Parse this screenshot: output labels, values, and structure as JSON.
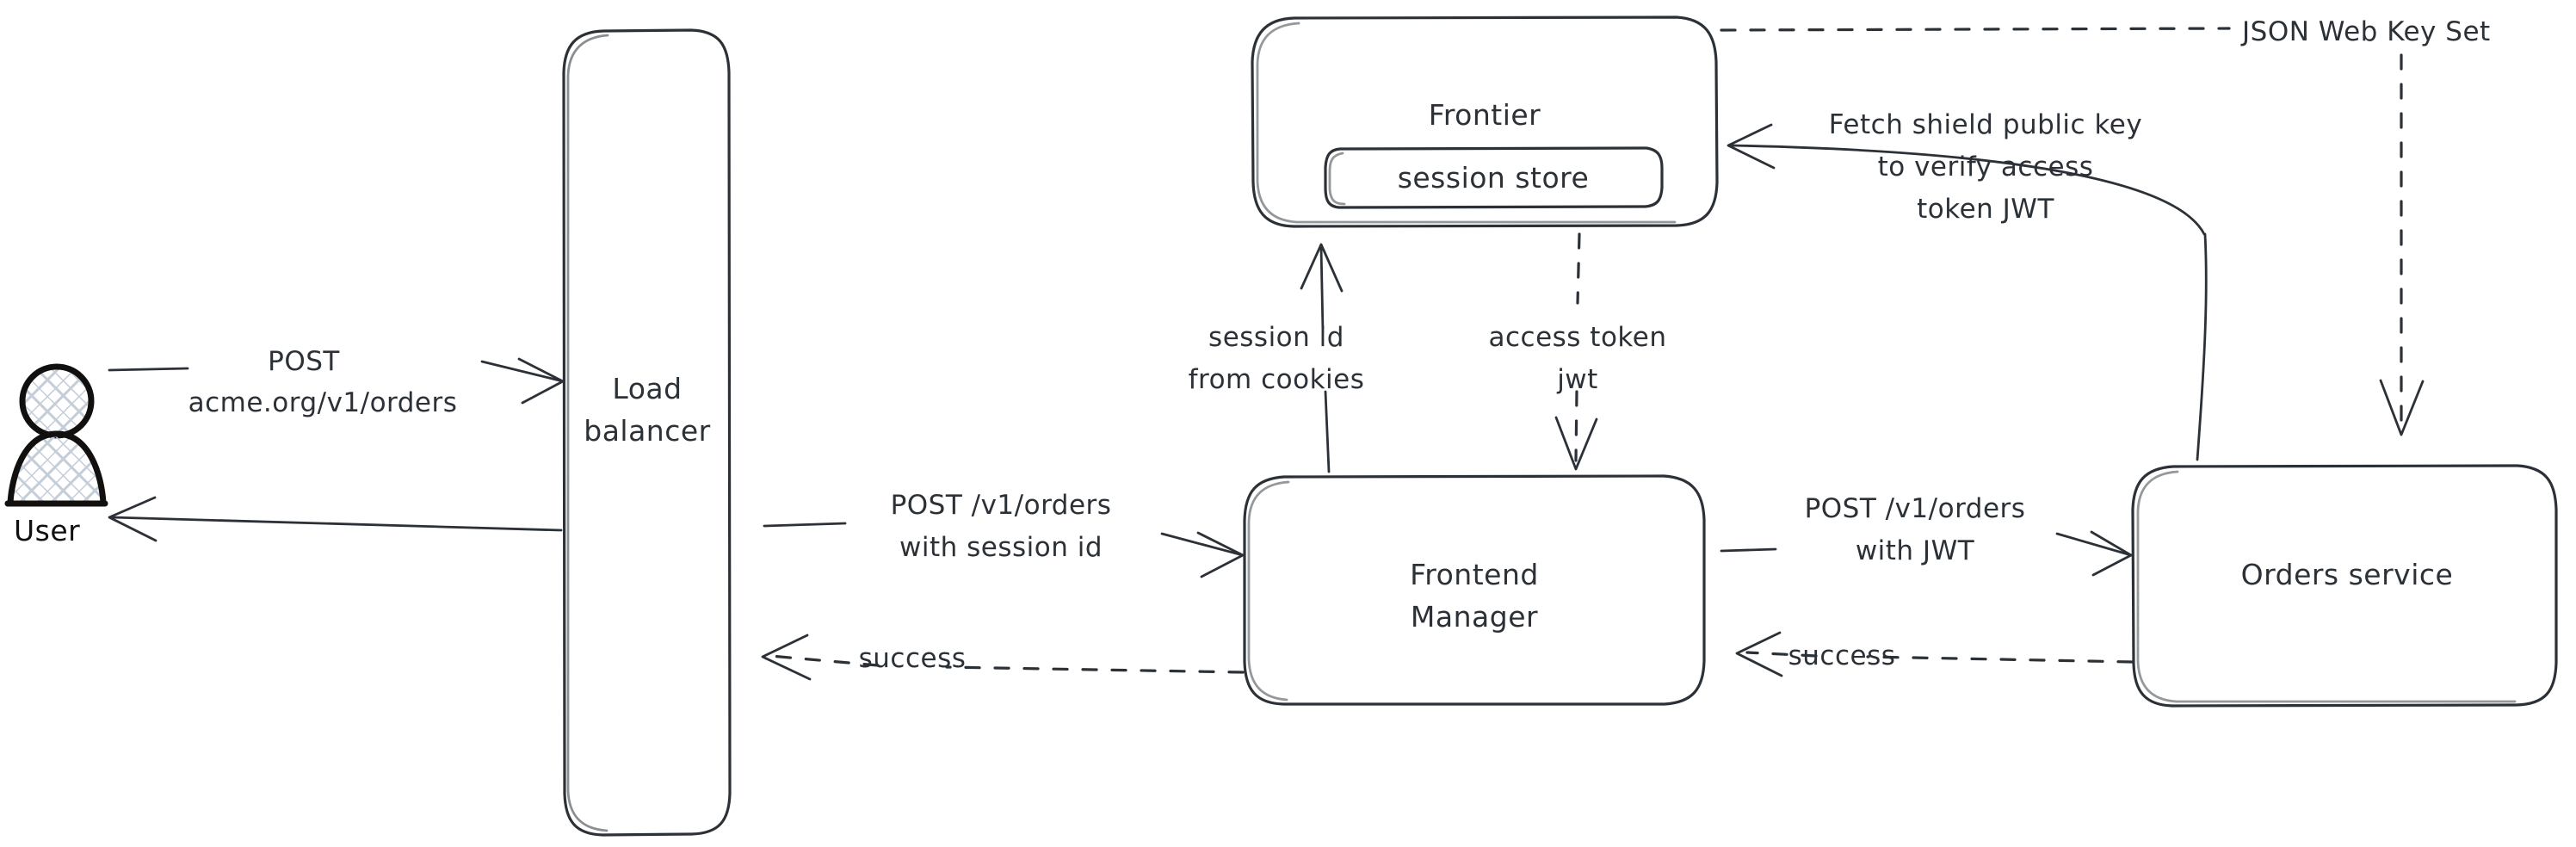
{
  "diagram": {
    "title": "Order request authentication flow",
    "style": "hand-drawn architecture diagram",
    "background_color": "#ffffff",
    "stroke_color": "#2b3137",
    "actor_stroke_color": "#11100f",
    "hatch_fill_color": "#c4cdd8"
  },
  "actors": [
    {
      "id": "user",
      "icon": "person-icon",
      "label": "User"
    }
  ],
  "nodes": [
    {
      "id": "load-balancer",
      "label_line_1": "Load",
      "label_line_2": "balancer",
      "shape": "rounded-rect-tall"
    },
    {
      "id": "frontier",
      "label": "Frontier",
      "shape": "rounded-rect",
      "children": [
        {
          "id": "session-store",
          "label": "session store",
          "shape": "rounded-rect"
        }
      ]
    },
    {
      "id": "frontend-manager",
      "label_line_1": "Frontend",
      "label_line_2": "Manager",
      "shape": "rounded-rect"
    },
    {
      "id": "orders-service",
      "label": "Orders service",
      "shape": "rounded-rect"
    }
  ],
  "edges": [
    {
      "id": "user-to-lb",
      "from": "user",
      "to": "load-balancer",
      "style": "solid",
      "direction": "right",
      "label_line_1": "POST",
      "label_line_2": "acme.org/v1/orders"
    },
    {
      "id": "lb-to-user",
      "from": "load-balancer",
      "to": "user",
      "style": "solid",
      "direction": "left",
      "label": ""
    },
    {
      "id": "lb-to-fm",
      "from": "load-balancer",
      "to": "frontend-manager",
      "style": "solid",
      "direction": "right",
      "label_line_1": "POST /v1/orders",
      "label_line_2": "with session id"
    },
    {
      "id": "fm-to-lb",
      "from": "frontend-manager",
      "to": "load-balancer",
      "style": "dashed",
      "direction": "left",
      "label": "success"
    },
    {
      "id": "fm-to-frontier",
      "from": "frontend-manager",
      "to": "frontier",
      "style": "solid",
      "direction": "up",
      "label_line_1": "session id",
      "label_line_2": "from cookies"
    },
    {
      "id": "frontier-to-fm",
      "from": "frontier",
      "to": "frontend-manager",
      "style": "dashed",
      "direction": "down",
      "label_line_1": "access token",
      "label_line_2": "jwt"
    },
    {
      "id": "fm-to-orders",
      "from": "frontend-manager",
      "to": "orders-service",
      "style": "solid",
      "direction": "right",
      "label_line_1": "POST /v1/orders",
      "label_line_2": "with JWT"
    },
    {
      "id": "orders-to-fm",
      "from": "orders-service",
      "to": "frontend-manager",
      "style": "dashed",
      "direction": "left",
      "label": "success"
    },
    {
      "id": "orders-to-frontier",
      "from": "orders-service",
      "to": "frontier",
      "style": "solid",
      "direction": "left",
      "label_line_1": "Fetch shield public key",
      "label_line_2": "to verify access",
      "label_line_3": "token JWT"
    },
    {
      "id": "jwks-to-orders",
      "from": "frontier",
      "to": "orders-service",
      "style": "dashed",
      "direction": "down",
      "label": "JSON Web Key Set"
    }
  ]
}
